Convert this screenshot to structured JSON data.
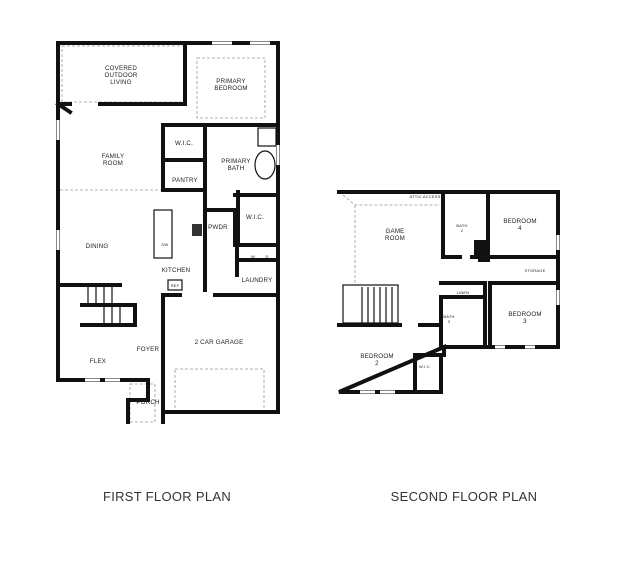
{
  "first_floor": {
    "caption": "FIRST FLOOR PLAN",
    "rooms": {
      "covered_outdoor": [
        "COVERED",
        "OUTDOOR",
        "LIVING"
      ],
      "primary_bedroom": [
        "PRIMARY",
        "BEDROOM"
      ],
      "wic_1": "W.I.C.",
      "family_room": [
        "FAMILY",
        "ROOM"
      ],
      "primary_bath": [
        "PRIMARY",
        "BATH"
      ],
      "pantry": "PANTRY",
      "wic_2": "W.I.C.",
      "pwdr": "PWDR",
      "dw": "DW",
      "dining": "DINING",
      "kitchen": "KITCHEN",
      "ref": "REF",
      "laundry": "LAUNDRY",
      "washer": "W",
      "dryer": "D",
      "garage": "2 CAR GARAGE",
      "flex": "FLEX",
      "foyer": "FOYER",
      "porch": "PORCH"
    }
  },
  "second_floor": {
    "caption": "SECOND FLOOR PLAN",
    "rooms": {
      "attic_access": "ATTIC ACCESS",
      "game_room": [
        "GAME",
        "ROOM"
      ],
      "bath_2": [
        "BATH",
        "2"
      ],
      "bedroom_4": [
        "BEDROOM",
        "4"
      ],
      "storage": "STORAGE",
      "linen": "LINEN",
      "bath_3": [
        "BATH",
        "3"
      ],
      "bedroom_3": [
        "BEDROOM",
        "3"
      ],
      "bedroom_2": [
        "BEDROOM",
        "2"
      ],
      "wic": "W.I.C."
    }
  }
}
